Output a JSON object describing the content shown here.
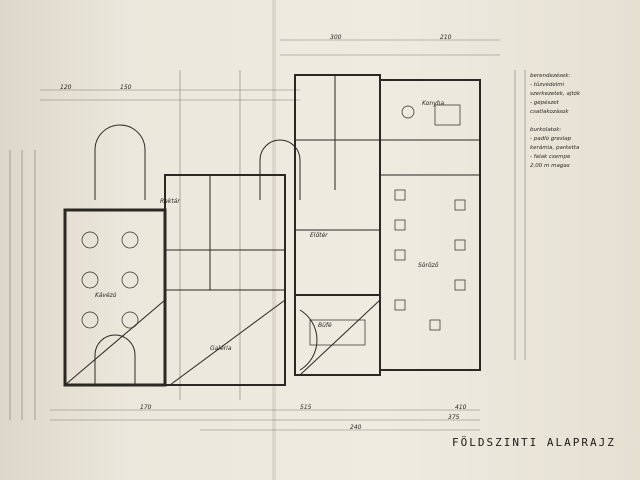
{
  "drawing": {
    "title": "FÖLDSZINTI ALAPRAJZ",
    "rooms": [
      {
        "label": "Kávézó"
      },
      {
        "label": "Galéria"
      },
      {
        "label": "Konyha"
      },
      {
        "label": "Söröző"
      },
      {
        "label": "Büfé"
      },
      {
        "label": "Előtér"
      },
      {
        "label": "Raktár"
      }
    ],
    "notes": [
      "berendezések:",
      "- tűzvédelmi",
      "  szerkezetek, ajtók",
      "- gépészet",
      "  csatlakozások",
      "burkolatok:",
      "- padló greslap",
      "  kerámia, parketta",
      "- falak csempe",
      "  2,00 m magas"
    ],
    "dimensions": [
      "120",
      "150",
      "300",
      "210",
      "170",
      "515",
      "410",
      "375",
      "240"
    ]
  }
}
